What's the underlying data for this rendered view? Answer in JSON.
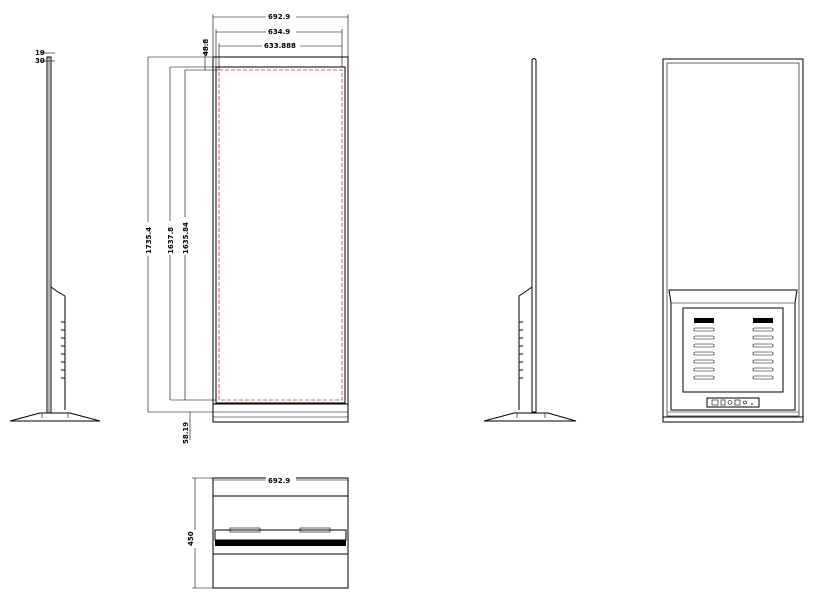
{
  "dimensions": {
    "side_top_small": "19",
    "side_top_depth": "30",
    "front_overall_width": "692.9",
    "front_glass_width": "634.9",
    "front_active_width": "633.888",
    "front_top_bezel": "48.8",
    "front_overall_height": "1735.4",
    "front_glass_height": "1637.8",
    "front_active_height": "1635.84",
    "front_bottom_bezel": "58.19",
    "bottom_width": "692.9",
    "bottom_depth": "450"
  },
  "colors": {
    "line": "#000000",
    "active_area": "#c0392b",
    "background": "#ffffff"
  }
}
